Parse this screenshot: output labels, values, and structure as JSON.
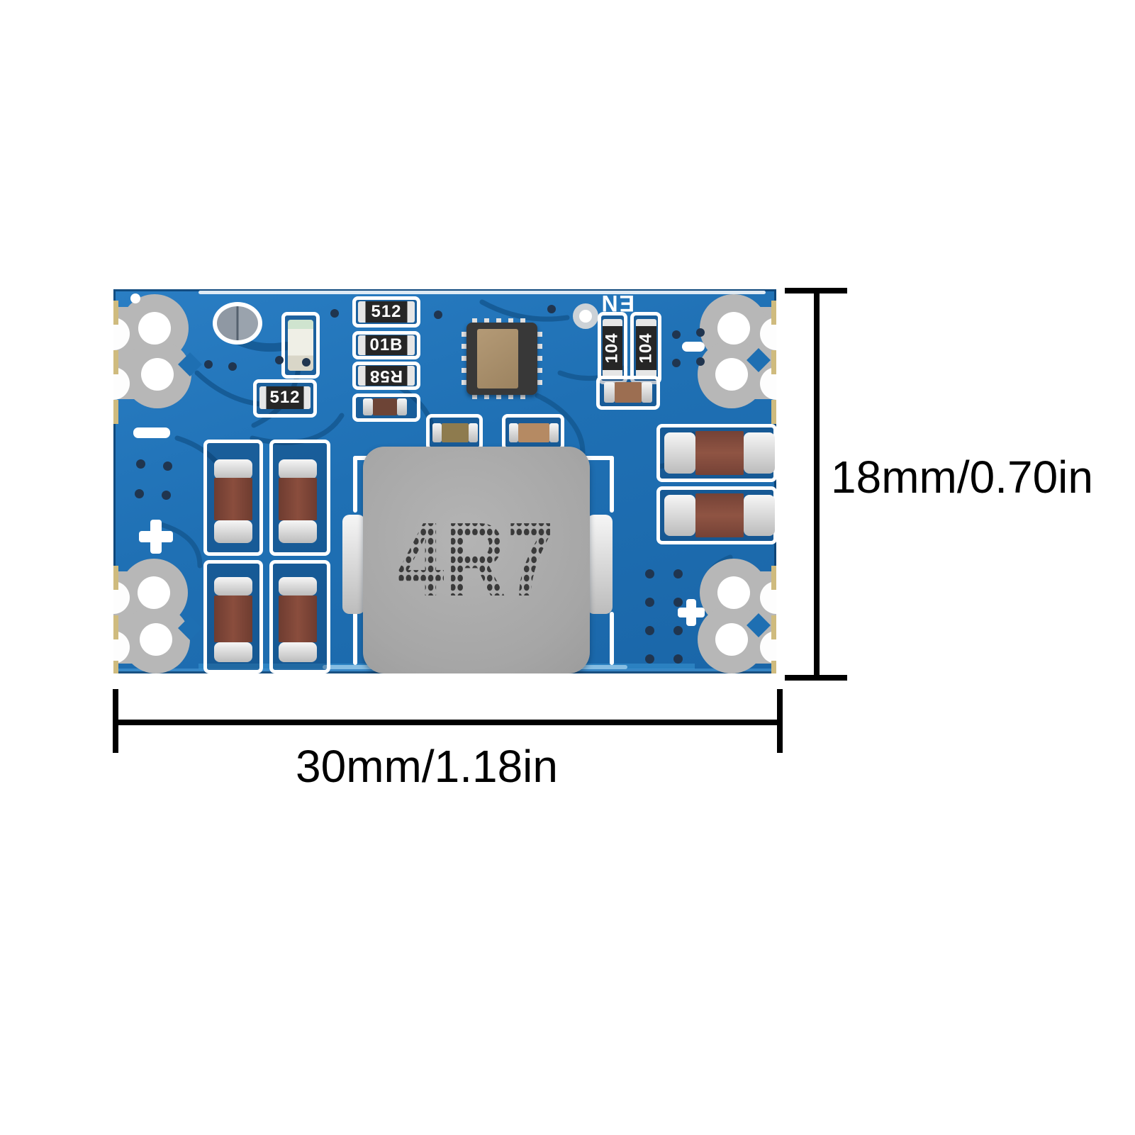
{
  "annotations": {
    "height_label": "18mm/0.70in",
    "width_label": "30mm/1.18in",
    "line_color": "#000000"
  },
  "pcb": {
    "colors": {
      "board_blue": "#1f70b4",
      "trace_dark": "#155a94",
      "silkscreen_white": "#ffffff",
      "pad_gray": "#b7b7b7",
      "inductor_gray": "#a9a9a9",
      "mlcc_brown": "#7c4233",
      "output_cap_brown": "#86503f",
      "solder_silver": "#d9d9d9",
      "castellation_gold": "#cfbb7e"
    },
    "marks": {
      "en": "EN",
      "left_minus": "-",
      "left_plus": "+",
      "right_minus": "-",
      "right_plus": "+"
    },
    "components": {
      "inductor": {
        "label": "4R7"
      },
      "resistors": [
        {
          "label": "512"
        },
        {
          "label": "01B"
        },
        {
          "label": "R58"
        },
        {
          "label": "512"
        },
        {
          "label": "104"
        },
        {
          "label": "104"
        }
      ]
    }
  }
}
